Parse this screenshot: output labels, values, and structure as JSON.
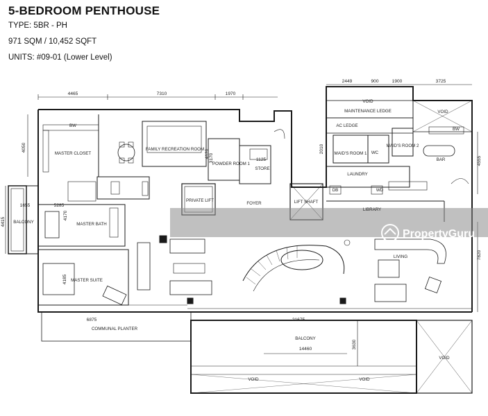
{
  "header": {
    "title": "5-BEDROOM PENTHOUSE",
    "type_line": "TYPE: 5BR - PH",
    "area_line": "971 SQM / 10,452 SQFT",
    "units_line": "UNITS:  #09-01 (Lower Level)"
  },
  "rooms": {
    "bw": "BW",
    "master_closet": "MASTER CLOSET",
    "family_recreation": "FAMILY RECREATION ROOM",
    "powder_room": "POWDER ROOM 1",
    "store": "STORE",
    "private_lift": "PRIVATE LIFT",
    "foyer": "FOYER",
    "lift_shaft": "LIFT SHAFT",
    "maintenance_ledge": "MAINTENANCE LEDGE",
    "ac_ledge": "AC LEDGE",
    "maids_room_1": "MAID'S ROOM 1",
    "wc": "WC",
    "maids_room_2": "MAID'S ROOM 2",
    "bw_right": "BW",
    "bar": "BAR",
    "laundry": "LAUNDRY",
    "db": "DB",
    "wd": "WD",
    "library": "LIBRARY",
    "balcony_left": "BALCONY",
    "master_bath": "MASTER BATH",
    "master_suite": "MASTER SUITE",
    "living": "LIVING",
    "communal_planter": "COMMUNAL PLANTER",
    "balcony_main": "BALCONY",
    "void_top": "VOID",
    "void_right": "VOID",
    "void_bottom_1": "VOID",
    "void_bottom_2": "VOID",
    "void_ledge": "VOID"
  },
  "dimensions": {
    "d4465": "4465",
    "d7310": "7310",
    "d1970": "1970",
    "d2449": "2449",
    "d900": "900",
    "d1900": "1900",
    "d3725": "3725",
    "d4050": "4050",
    "d4120": "4120",
    "d3170": "3170",
    "d1125": "1125",
    "d2010": "2010",
    "d4555": "4555",
    "d1655": "1655",
    "d5285": "5285",
    "d4170": "4170",
    "d4415": "4415",
    "d4185": "4185",
    "d6875": "6875",
    "d21675": "21675",
    "d3630": "3630",
    "d14460": "14460",
    "d7820": "7820"
  },
  "watermark": {
    "text": "PropertyGuru"
  },
  "colors": {
    "line": "#1a1a1a",
    "watermark_band": "#8c8c8c",
    "page": "#ffffff"
  }
}
